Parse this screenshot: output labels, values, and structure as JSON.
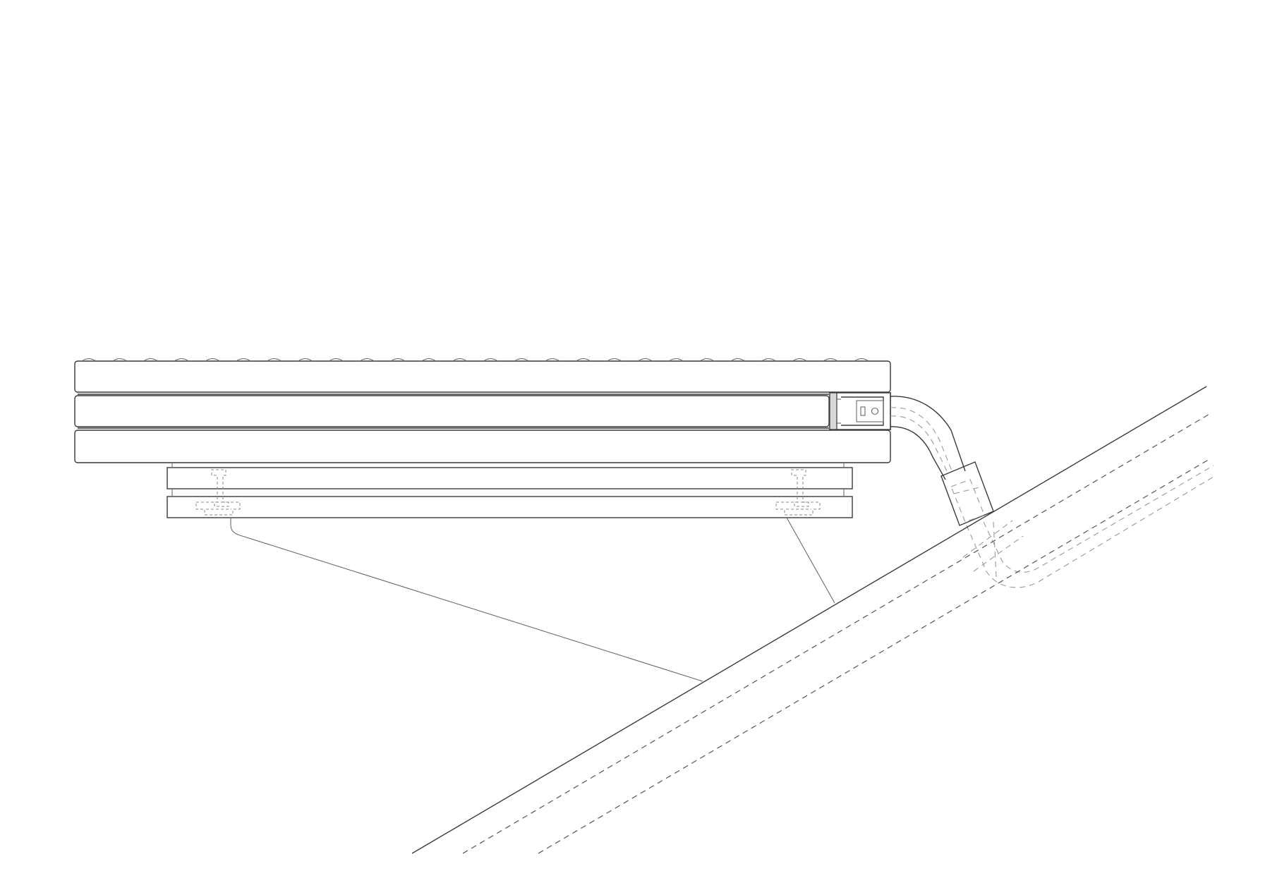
{
  "drawing": {
    "type": "technical-section",
    "line_color": "#3a3a3a",
    "hidden_line_color": "#8a8a8a",
    "background": "#ffffff",
    "components": [
      "bench-seat-slats",
      "connector-bracket",
      "curved-pipe-arm",
      "pipe-sleeve",
      "lower-rails",
      "rail-fixings",
      "support-struts",
      "sloped-ground-line",
      "hidden-foundation-lines"
    ]
  }
}
